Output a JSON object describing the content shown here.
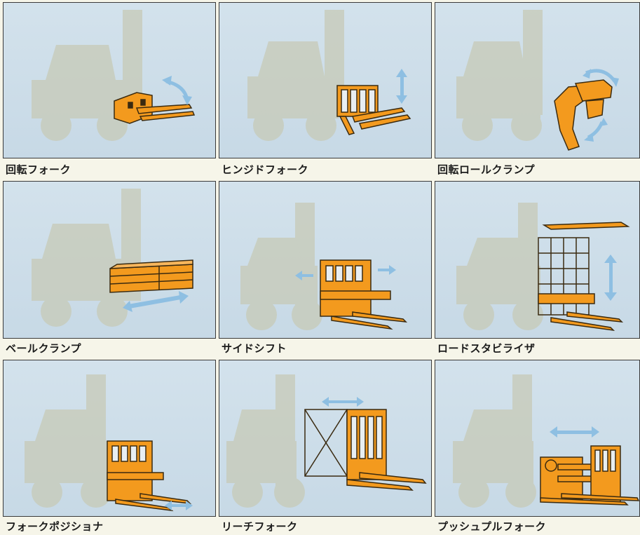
{
  "items": [
    {
      "caption": "回転フォーク",
      "icon": "rotating-fork-icon"
    },
    {
      "caption": "ヒンジドフォーク",
      "icon": "hinged-fork-icon"
    },
    {
      "caption": "回転ロールクランプ",
      "icon": "rotating-roll-clamp-icon"
    },
    {
      "caption": "ベールクランプ",
      "icon": "bale-clamp-icon"
    },
    {
      "caption": "サイドシフト",
      "icon": "side-shift-icon"
    },
    {
      "caption": "ロードスタビライザ",
      "icon": "load-stabilizer-icon"
    },
    {
      "caption": "フォークポジショナ",
      "icon": "fork-positioner-icon"
    },
    {
      "caption": "リーチフォーク",
      "icon": "reach-fork-icon"
    },
    {
      "caption": "プッシュプルフォーク",
      "icon": "push-pull-fork-icon"
    }
  ],
  "colors": {
    "attachment": "#f39a1e",
    "outline": "#3a2a10",
    "arrow": "#8ebfe2",
    "forklift_ghost": "#c9cbb9",
    "panel": "#cddde8"
  }
}
